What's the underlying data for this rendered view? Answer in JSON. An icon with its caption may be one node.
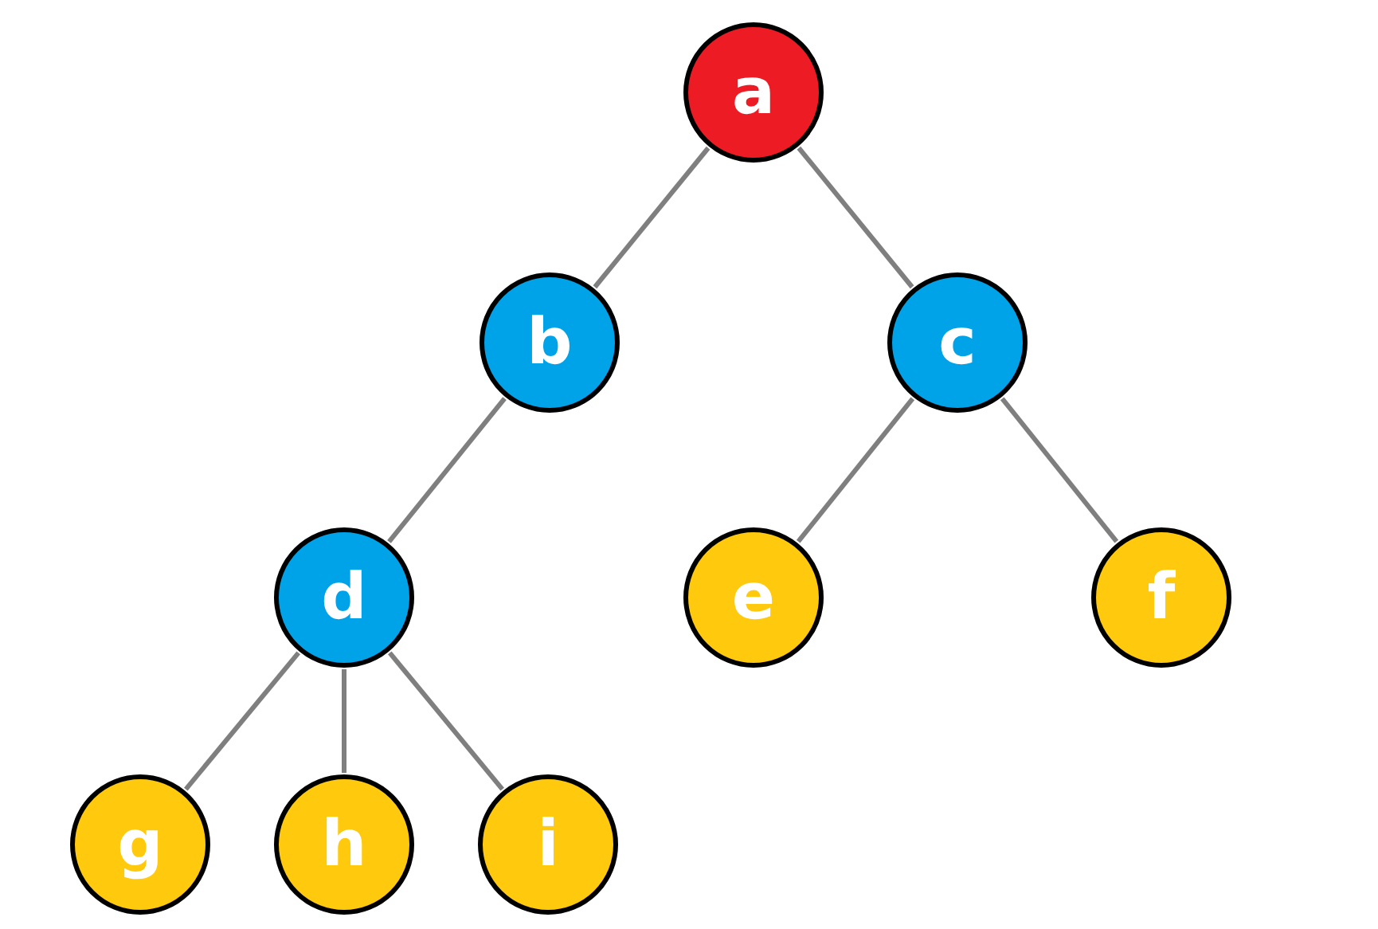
{
  "diagram": {
    "nodes": [
      {
        "text": [
          "a"
        ]
      },
      {
        "text": [
          "b"
        ]
      },
      {
        "text": [
          "c"
        ]
      },
      {
        "text": [
          "d"
        ]
      },
      {
        "text": [
          "e"
        ]
      },
      {
        "text": [
          "f"
        ]
      },
      {
        "text": [
          "g"
        ]
      },
      {
        "text": [
          "h"
        ]
      },
      {
        "text": [
          "i"
        ]
      }
    ],
    "edges": [
      {
        "from": 0,
        "to": 1,
        "arrow": "none"
      },
      {
        "from": 0,
        "to": 2,
        "arrow": "none"
      },
      {
        "from": 1,
        "to": 3,
        "arrow": "none"
      },
      {
        "from": 2,
        "to": 4,
        "arrow": "none"
      },
      {
        "from": 2,
        "to": 5,
        "arrow": "none"
      },
      {
        "from": 3,
        "to": 6,
        "arrow": "none"
      },
      {
        "from": 3,
        "to": 7,
        "arrow": "none"
      },
      {
        "from": 3,
        "to": 8,
        "arrow": "none"
      }
    ]
  }
}
